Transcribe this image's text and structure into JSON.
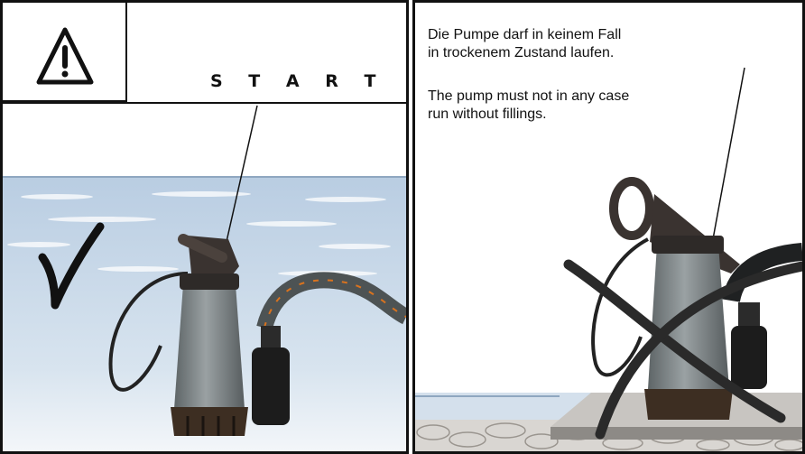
{
  "left_panel": {
    "start_label": "S T A R T",
    "warning_icon": "warning-triangle-icon",
    "check_icon": "check-mark-icon"
  },
  "right_panel": {
    "note_german_line1": "Die Pumpe darf in keinem Fall",
    "note_german_line2": "in trockenem Zustand laufen.",
    "note_english_line1": "The pump must not in any case",
    "note_english_line2": "run without fillings.",
    "cross_icon": "cross-mark-icon"
  },
  "colors": {
    "water": "#c9d9ea",
    "pump_body": "#7d8587",
    "pump_head": "#3a3330",
    "hose": "#5a5f60",
    "ink": "#111111"
  }
}
